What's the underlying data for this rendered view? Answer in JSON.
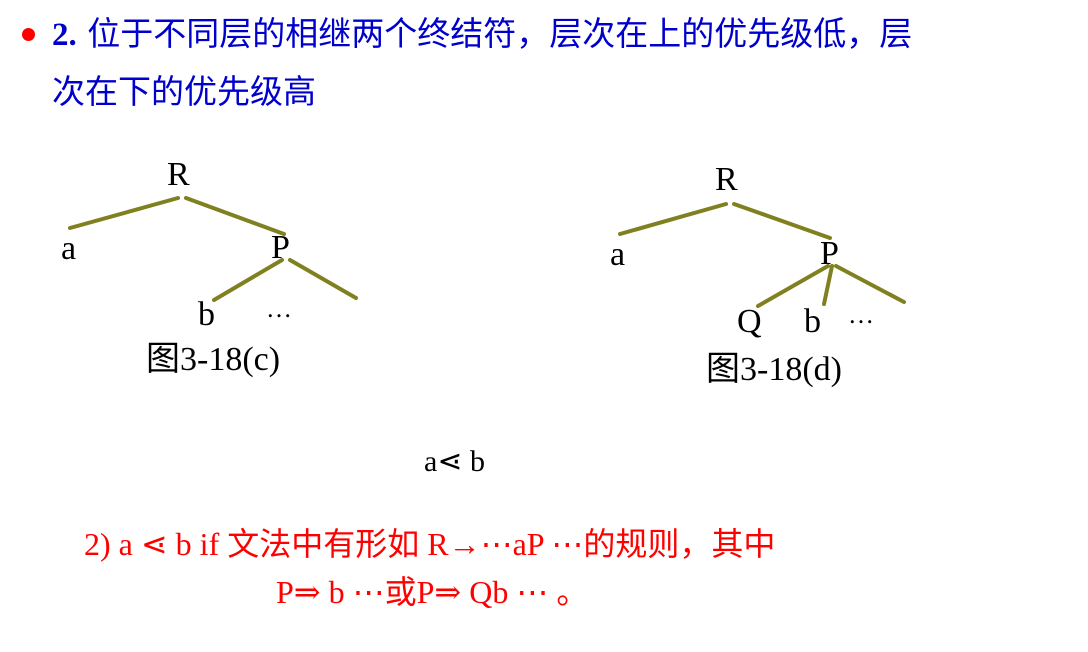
{
  "heading": {
    "number": "2.",
    "line1_text": " 位于不同层的相继两个终结符，层次在上的优先级低，层",
    "line2_text": "次在下的优先级高"
  },
  "colors": {
    "heading": "#0000cc",
    "bullet": "#ff0000",
    "tree_edge": "#808020",
    "rule_text": "#ff0000"
  },
  "tree_c": {
    "nodes": {
      "root": "R",
      "left": "a",
      "right": "P",
      "child_b": "b",
      "child_more": "…"
    },
    "caption": "图3-18(c)"
  },
  "tree_d": {
    "nodes": {
      "root": "R",
      "left": "a",
      "right": "P",
      "child_q": "Q",
      "child_b": "b",
      "child_more": "…"
    },
    "caption": "图3-18(d)"
  },
  "relation": "a⋖ b",
  "rule": {
    "line1": "2) a ⋖ b    if 文法中有形如 R→⋯aP ⋯的规则，其中",
    "line2": "P⇒ b ⋯或P⇒ Qb ⋯ 。"
  }
}
